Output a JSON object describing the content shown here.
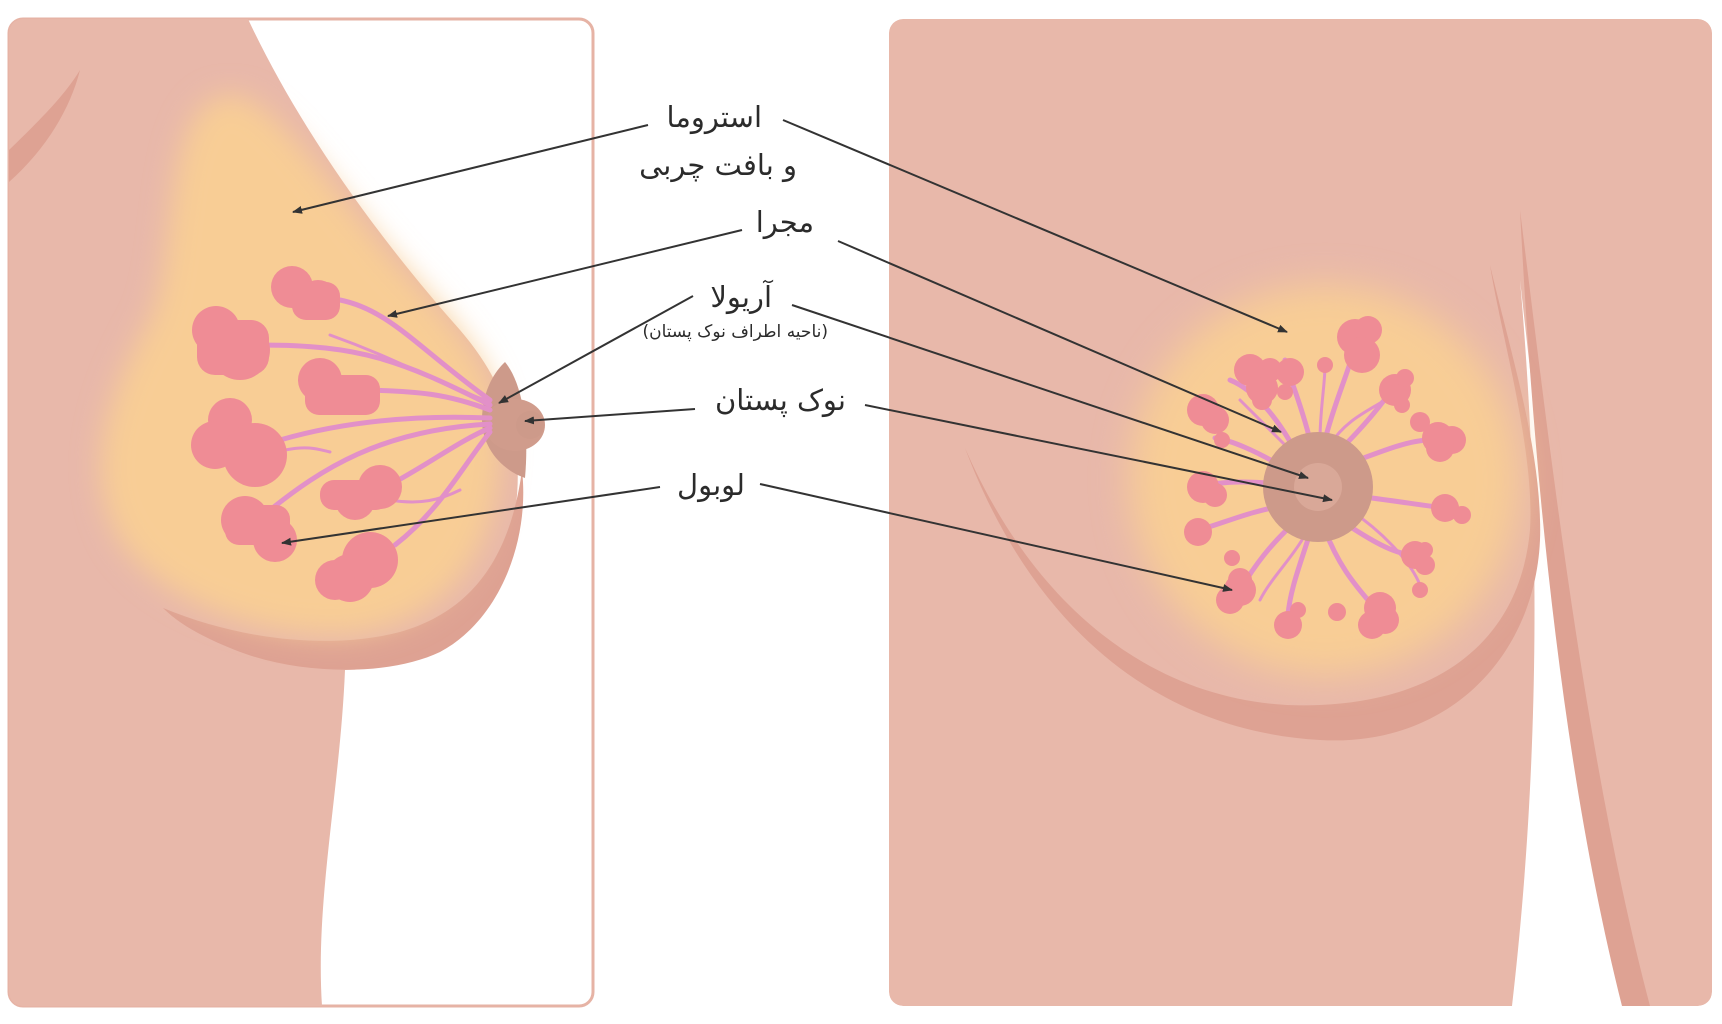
{
  "labels": {
    "stroma_line1": "استروما",
    "stroma_line2": "و بافت چربی",
    "duct": "مجرا",
    "areola": "آریولا",
    "areola_note": "(ناحیه اطراف نوک پستان)",
    "nipple": "نوک پستان",
    "lobule": "لوبول"
  },
  "colors": {
    "skin": "#e8b8aa",
    "skin_shadow": "#dea293",
    "fat": "#f8cd95",
    "lobule": "#ef8c95",
    "duct": "#e290c8",
    "areola": "#cd9a8a",
    "nipple": "#d9a898",
    "line": "#333333",
    "text": "#2b2b2b"
  }
}
